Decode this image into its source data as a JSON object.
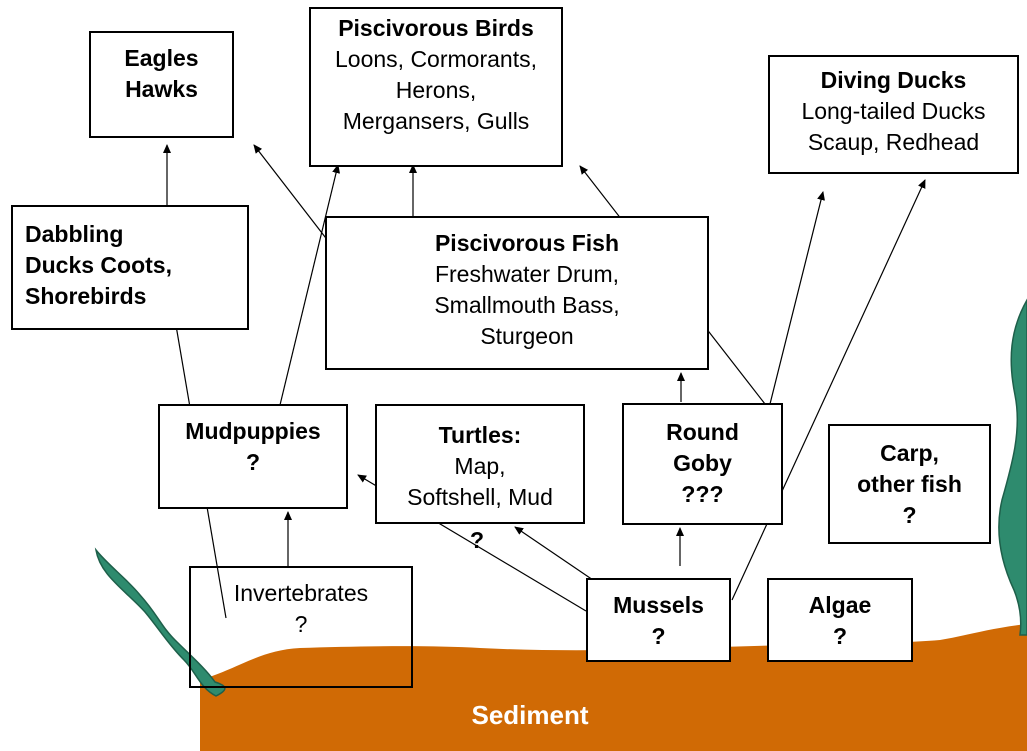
{
  "colors": {
    "sediment": "#d06a05",
    "vegetation": "#2e8b6e",
    "box_border": "#000000",
    "arrow": "#000000"
  },
  "nodes": {
    "eagles": {
      "lines_bold": [
        "Eagles",
        "Hawks"
      ],
      "lines": []
    },
    "pisc_birds": {
      "lines_bold": [
        "Piscivorous Birds"
      ],
      "lines": [
        "Loons, Cormorants,",
        "Herons,",
        "Mergansers, Gulls"
      ]
    },
    "diving_ducks": {
      "lines_bold": [
        "Diving Ducks"
      ],
      "lines": [
        "Long-tailed Ducks",
        "Scaup, Redhead"
      ]
    },
    "dabbling": {
      "lines_bold": [
        "Dabbling",
        "Ducks Coots,",
        "Shorebirds"
      ],
      "lines": []
    },
    "pisc_fish": {
      "lines_bold": [
        "Piscivorous Fish"
      ],
      "lines": [
        "Freshwater Drum,",
        "Smallmouth Bass,",
        "Sturgeon"
      ]
    },
    "mudpuppies": {
      "lines_bold": [
        "Mudpuppies",
        "?"
      ],
      "lines": []
    },
    "turtles": {
      "lines_bold": [
        "Turtles:"
      ],
      "lines": [
        "Map,",
        "Softshell, Mud"
      ],
      "extra": "?"
    },
    "round_goby": {
      "lines_bold": [
        "Round",
        "Goby",
        "???"
      ],
      "lines": []
    },
    "carp": {
      "lines_bold": [
        "Carp,",
        "other fish",
        "?"
      ],
      "lines": []
    },
    "invertebrates": {
      "lines_bold": [],
      "lines": [
        "Invertebrates",
        "?"
      ]
    },
    "mussels": {
      "lines_bold": [
        "Mussels",
        "?"
      ],
      "lines": []
    },
    "algae": {
      "lines_bold": [
        "Algae",
        "?"
      ],
      "lines": []
    }
  },
  "sediment_label": "Sediment"
}
